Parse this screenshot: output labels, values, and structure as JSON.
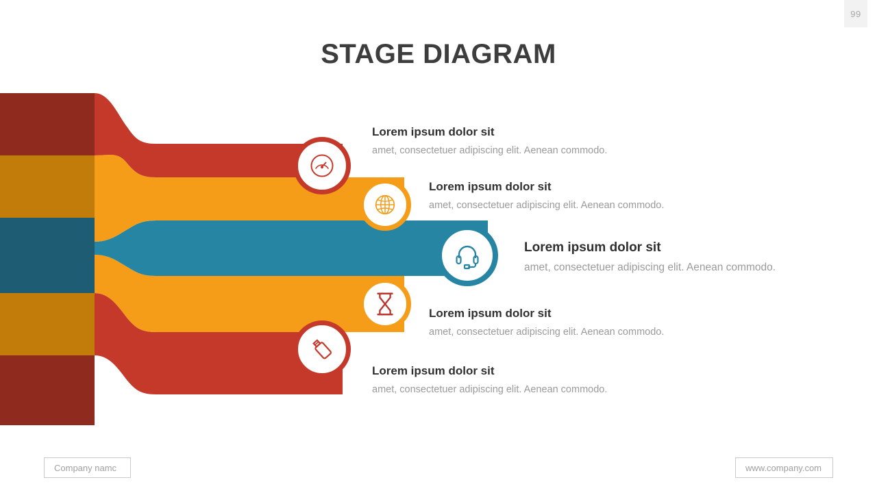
{
  "page": {
    "number": "99",
    "title": "STAGE DIAGRAM"
  },
  "footer": {
    "company_label": "Company namc",
    "website_label": "www.company.com"
  },
  "colors": {
    "dark_red": "#8f2a1e",
    "red": "#c5392b",
    "dark_orange": "#c17c09",
    "orange": "#f59c18",
    "dark_teal": "#1d5c72",
    "teal": "#2785a4",
    "title_text": "#3d3d3d",
    "body_text": "#9a9a9a",
    "badge_bg": "#f2f2f2"
  },
  "stages": [
    {
      "id": "stage-1",
      "icon": "speedometer-icon",
      "color": "#c5392b",
      "title": "Lorem ipsum dolor sit",
      "description": "amet, consectetuer adipiscing elit. Aenean commodo."
    },
    {
      "id": "stage-2",
      "icon": "globe-icon",
      "color": "#f59c18",
      "title": "Lorem ipsum dolor sit",
      "description": "amet, consectetuer adipiscing elit. Aenean commodo."
    },
    {
      "id": "stage-3",
      "icon": "headset-icon",
      "color": "#2785a4",
      "title": "Lorem ipsum dolor sit",
      "description": "amet, consectetuer adipiscing elit. Aenean commodo."
    },
    {
      "id": "stage-4",
      "icon": "hourglass-icon",
      "color": "#f59c18",
      "title": "Lorem ipsum dolor sit",
      "description": "amet, consectetuer adipiscing elit. Aenean commodo."
    },
    {
      "id": "stage-5",
      "icon": "usb-drive-icon",
      "color": "#c5392b",
      "title": "Lorem ipsum dolor sit",
      "description": "amet, consectetuer adipiscing elit. Aenean commodo."
    }
  ]
}
